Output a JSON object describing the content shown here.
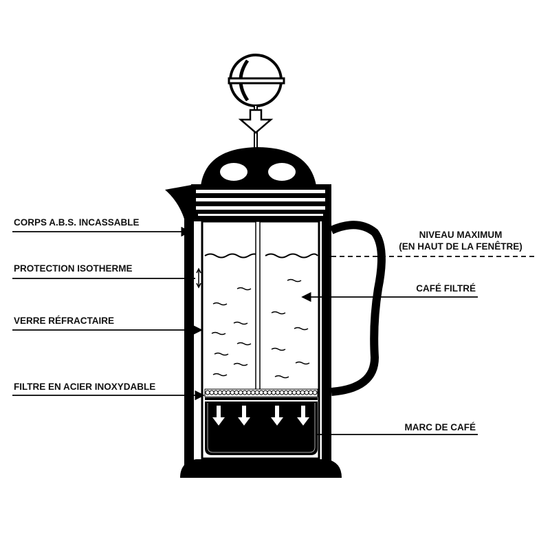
{
  "labels": {
    "body": "CORPS A.B.S. INCASSABLE",
    "insulation": "PROTECTION ISOTHERME",
    "glass": "VERRE RÉFRACTAIRE",
    "filter": "FILTRE EN ACIER INOXYDABLE",
    "max_level_1": "NIVEAU MAXIMUM",
    "max_level_2": "(EN HAUT DE LA FENÊTRE)",
    "filtered_coffee": "CAFÉ FILTRÉ",
    "grounds": "MARC DE CAFÉ"
  },
  "colors": {
    "ink": "#000000",
    "paper": "#ffffff"
  }
}
